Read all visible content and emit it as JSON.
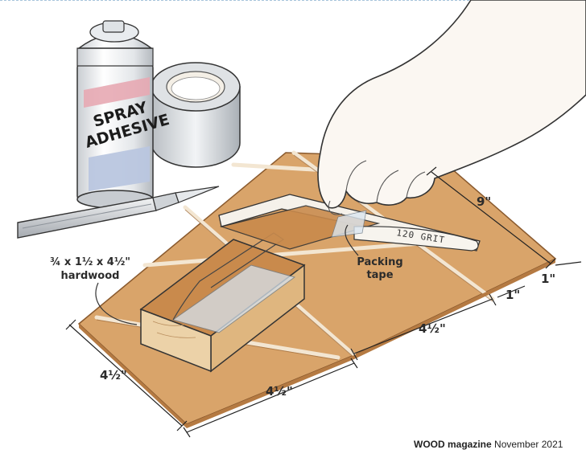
{
  "labels": {
    "wood_note_line1": "¾ x 1½ x 4½\"",
    "wood_note_line2": "hardwood",
    "packing_line1": "Packing",
    "packing_line2": "tape",
    "grit": "120 GRIT",
    "can_line1": "SPRAY",
    "can_line2": "ADHESIVE"
  },
  "dimensions": {
    "nine": "9\"",
    "one_right": "1\"",
    "one_mid": "1\"",
    "four_half_right": "4½\"",
    "four_half_left": "4½\"",
    "four_half_bottom": "4½\""
  },
  "credit": {
    "brand": "WOOD magazine",
    "date": "November 2021"
  },
  "colors": {
    "board": "#d9a46a",
    "board_edge": "#b57a42",
    "groove": "#efe0c8",
    "block_top": "#c98a4c",
    "block_end": "#e8c99e",
    "can_body": "#eef0f2",
    "tape_roll": "#d7dadd",
    "hand": "#fbf7f2",
    "ink": "#2b2b2b"
  }
}
